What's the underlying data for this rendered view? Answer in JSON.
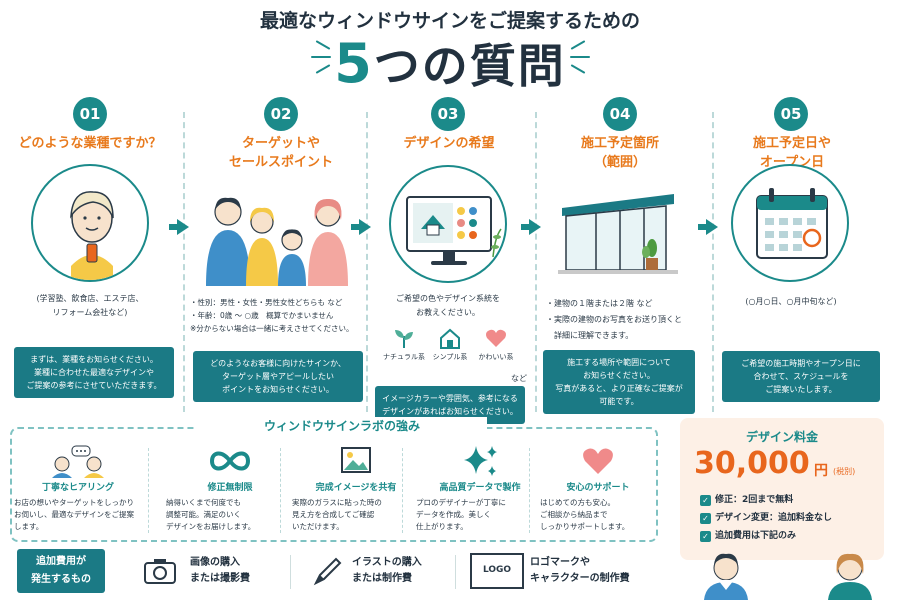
{
  "header": {
    "subtitle": "最適なウィンドウサインをご提案するための",
    "number": "5",
    "title_rest": "つの質問"
  },
  "steps": [
    {
      "num": "01",
      "title": "どのような業種ですか？",
      "note": "(学習塾、飲食店、エステ店、\nリフォーム会社など)",
      "box": "まずは、業種をお知らせください。\n業種に合わせた最適なデザインや\nご提案の参考にさせていただきます。"
    },
    {
      "num": "02",
      "title": "ターゲットや\nセールスポイント",
      "note": "・性別：男性・女性・男性女性どちらも など\n・年齢：0歳 〜 ○歳　概算でかまいません\n※分からない場合は一緒に考えさせてください。",
      "box": "どのようなお客様に向けたサインか、\nターゲット層やアピールしたい\nポイントをお知らせください。"
    },
    {
      "num": "03",
      "title": "デザインの希望",
      "note": "ご希望の色やデザイン系統を\nお教えください。",
      "styles": [
        "ナチュラル系",
        "シンプル系",
        "かわいい系"
      ],
      "suffix": "など",
      "box": "イメージカラーや雰囲気、参考になる\nデザインがあればお知らせください。"
    },
    {
      "num": "04",
      "title": "施工予定箇所\n（範囲）",
      "note": "・建物の１階または２階 など\n・実際の建物のお写真をお送り頂くと\n　詳細に理解できます。",
      "box": "施工する場所や範囲について\nお知らせください。\n写真があると、より正確なご提案が\n可能です。"
    },
    {
      "num": "05",
      "title": "施工予定日や\nオープン日",
      "note": "(○月○日、○月中旬など)",
      "box": "ご希望の施工時期やオープン日に\n合わせて、スケジュールを\nご提案いたします。"
    }
  ],
  "strengths": {
    "title": "ウィンドウサインラボの強み",
    "items": [
      {
        "title": "丁寧なヒアリング",
        "desc": "お店の想いやターゲットをしっかり\nお伺いし、最適なデザインをご提案\nします。",
        "icon": "hearing-icon"
      },
      {
        "title": "修正無制限",
        "desc": "納得いくまで何度でも\n調整可能。満足のいく\nデザインをお届けします。",
        "icon": "infinity-icon"
      },
      {
        "title": "完成イメージを共有",
        "desc": "実際のガラスに貼った時の\n見え方を合成してご確認\nいただけます。",
        "icon": "image-icon"
      },
      {
        "title": "高品質データで製作",
        "desc": "プロのデザイナーが丁寧に\nデータを作成。美しく\n仕上がります。",
        "icon": "sparkle-icon"
      },
      {
        "title": "安心のサポート",
        "desc": "はじめての方も安心。\nご相談から納品まで\nしっかりサポートします。",
        "icon": "heart-icon"
      }
    ]
  },
  "price": {
    "label": "デザイン料金",
    "amount": "30,000",
    "unit": "円",
    "tax": "(税別)",
    "rows": [
      "修正：2回まで無料",
      "デザイン変更：追加料金なし",
      "追加費用は下記のみ"
    ]
  },
  "extras": {
    "badge": "追加費用が\n発生するもの",
    "items": [
      "画像の購入\nまたは撮影費",
      "イラストの購入\nまたは制作費",
      "ロゴマークや\nキャラクターの制作費"
    ],
    "logo_text": "LOGO"
  },
  "colors": {
    "teal": "#1b8a8a",
    "orange": "#e87a1d",
    "dark": "#22313f",
    "cream": "#fdf0e6"
  }
}
